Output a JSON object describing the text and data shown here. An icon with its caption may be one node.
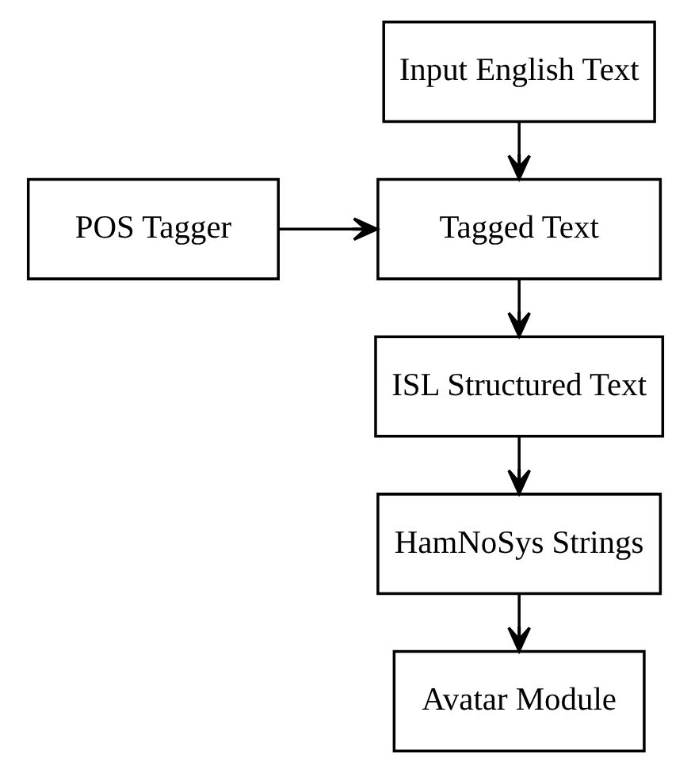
{
  "diagram": {
    "nodes": [
      {
        "text": [
          "Input English Text"
        ]
      },
      {
        "text": [
          "POS Tagger"
        ]
      },
      {
        "text": [
          "Tagged Text"
        ]
      },
      {
        "text": [
          "ISL Structured Text"
        ]
      },
      {
        "text": [
          "HamNoSys Strings"
        ]
      },
      {
        "text": [
          "Avatar Module"
        ]
      }
    ],
    "edges": [
      {
        "from": 0,
        "to": 2,
        "arrow": "to"
      },
      {
        "from": 1,
        "to": 2,
        "arrow": "to"
      },
      {
        "from": 2,
        "to": 3,
        "arrow": "to"
      },
      {
        "from": 3,
        "to": 4,
        "arrow": "to"
      },
      {
        "from": 4,
        "to": 5,
        "arrow": "to"
      }
    ]
  }
}
